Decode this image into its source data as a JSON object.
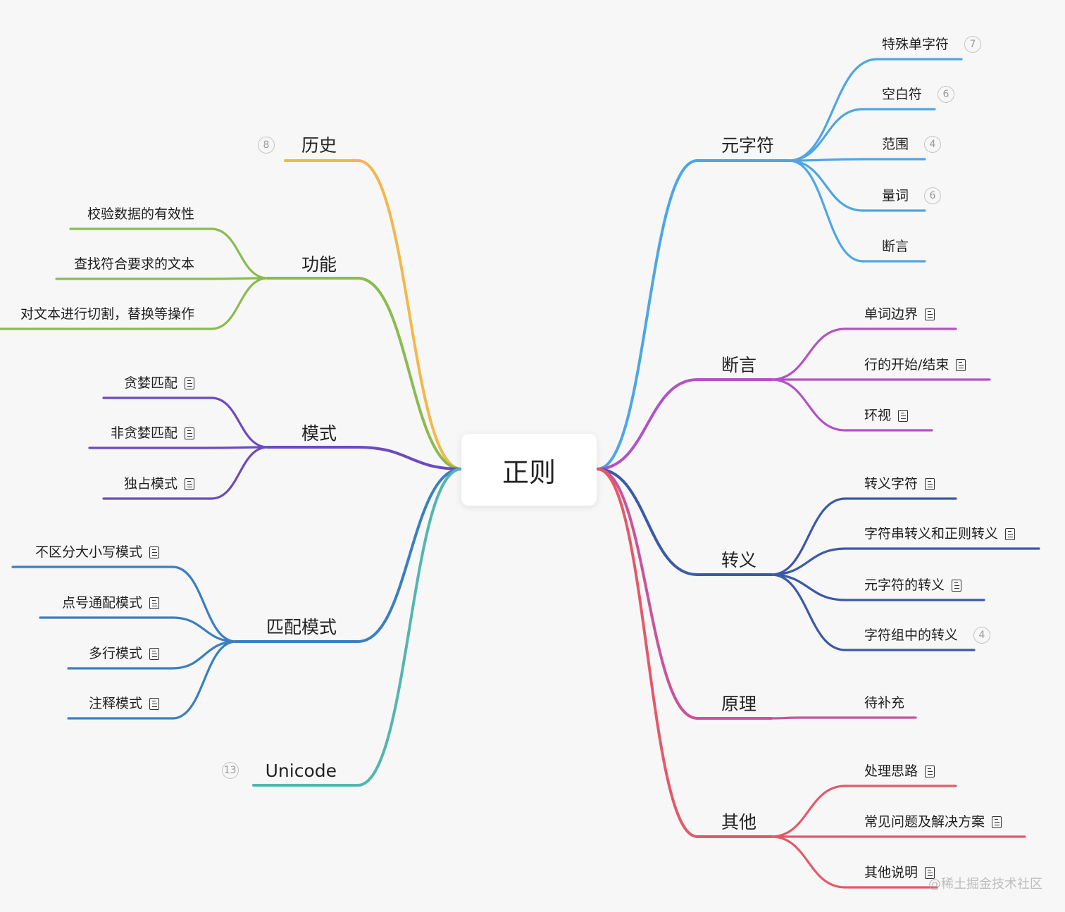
{
  "root": {
    "label": "正则"
  },
  "branches": [
    {
      "label": "元字符",
      "color": "#4ea6e4",
      "children": [
        {
          "label": "特殊单字符",
          "badge": "7"
        },
        {
          "label": "空白符",
          "badge": "6"
        },
        {
          "label": "范围",
          "badge": "4"
        },
        {
          "label": "量词",
          "badge": "6"
        },
        {
          "label": "断言"
        }
      ]
    },
    {
      "label": "断言",
      "color": "#b352c4",
      "children": [
        {
          "label": "单词边界",
          "note": true
        },
        {
          "label": "行的开始/结束",
          "note": true
        },
        {
          "label": "环视",
          "note": true
        }
      ]
    },
    {
      "label": "转义",
      "color": "#3b59a8",
      "children": [
        {
          "label": "转义字符",
          "note": true
        },
        {
          "label": "字符串转义和正则转义",
          "note": true
        },
        {
          "label": "元字符的转义",
          "note": true
        },
        {
          "label": "字符组中的转义",
          "badge": "4"
        }
      ]
    },
    {
      "label": "原理",
      "color": "#c9539b",
      "children": [
        {
          "label": "待补充"
        }
      ]
    },
    {
      "label": "其他",
      "color": "#e25a6a",
      "children": [
        {
          "label": "处理思路",
          "note": true
        },
        {
          "label": "常见问题及解决方案",
          "note": true
        },
        {
          "label": "其他说明",
          "note": true
        }
      ]
    },
    {
      "label": "历史",
      "color": "#f2b84b",
      "badge": "8",
      "children": []
    },
    {
      "label": "功能",
      "color": "#8bbb4f",
      "children": [
        {
          "label": "校验数据的有效性"
        },
        {
          "label": "查找符合要求的文本"
        },
        {
          "label": "对文本进行切割，替换等操作"
        }
      ]
    },
    {
      "label": "模式",
      "color": "#6a4bbf",
      "children": [
        {
          "label": "贪婪匹配",
          "note": true
        },
        {
          "label": "非贪婪匹配",
          "note": true
        },
        {
          "label": "独占模式",
          "note": true
        }
      ]
    },
    {
      "label": "匹配模式",
      "color": "#3a7fc0",
      "children": [
        {
          "label": "不区分大小写模式",
          "note": true
        },
        {
          "label": "点号通配模式",
          "note": true
        },
        {
          "label": "多行模式",
          "note": true
        },
        {
          "label": "注释模式",
          "note": true
        }
      ]
    },
    {
      "label": "Unicode",
      "color": "#53b6ad",
      "badge": "13",
      "children": []
    }
  ],
  "icons": {
    "note": "note-icon",
    "badge": "count-badge"
  },
  "watermark": "@稀土掘金技术社区"
}
